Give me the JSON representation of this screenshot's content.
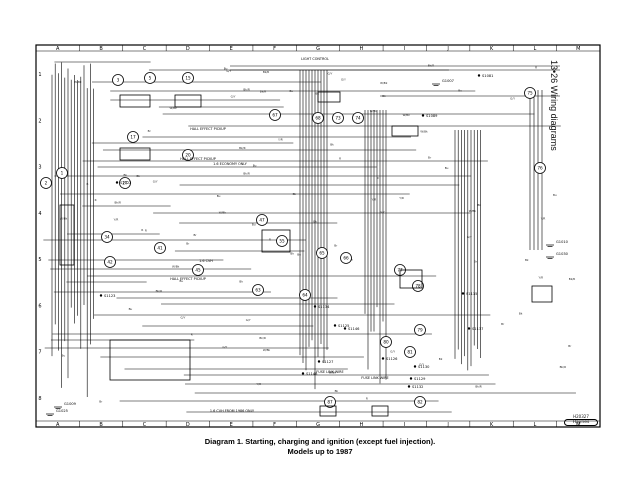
{
  "page_header": "13•26 Wiring diagrams",
  "caption": {
    "line1": "Diagram 1. Starting, charging and ignition (except fuel injection).",
    "line2": "Models up to 1987"
  },
  "grid": {
    "columns": [
      "A",
      "B",
      "C",
      "D",
      "E",
      "F",
      "G",
      "H",
      "I",
      "J",
      "K",
      "L",
      "M"
    ],
    "rows": [
      "1",
      "2",
      "3",
      "4",
      "5",
      "6",
      "7",
      "8"
    ]
  },
  "components": [
    "1",
    "2",
    "3",
    "5",
    "15",
    "17",
    "20",
    "27",
    "34",
    "41",
    "42",
    "45",
    "47",
    "55",
    "63",
    "64",
    "65",
    "66",
    "67",
    "68",
    "73",
    "74",
    "75",
    "76",
    "77",
    "78",
    "79",
    "80",
    "81",
    "82",
    "87"
  ],
  "connectors": [
    "S1081",
    "S1089",
    "S1122",
    "S1123",
    "S1125",
    "S1126",
    "S1127",
    "S1129",
    "S1130",
    "S1132",
    "S1134",
    "S1135",
    "S1137",
    "S1146",
    "S1148"
  ],
  "grounds": [
    "G1007",
    "G1009",
    "G1010",
    "G1025",
    "G1030"
  ],
  "notes": [
    "FUSE LINK WIRE",
    "FUSE LINK WIRE",
    "HALL EFFECT PICKUP",
    "HALL EFFECT PICKUP",
    "HALL EFFECT PICKUP",
    "1.6 CVH",
    "1.6 ECONOMY ONLY",
    "1.6 CVH FROM 1986 ONLY",
    "LIGHT CONTROL"
  ],
  "stamp": {
    "text": "H20327",
    "logo": "Haynes"
  }
}
